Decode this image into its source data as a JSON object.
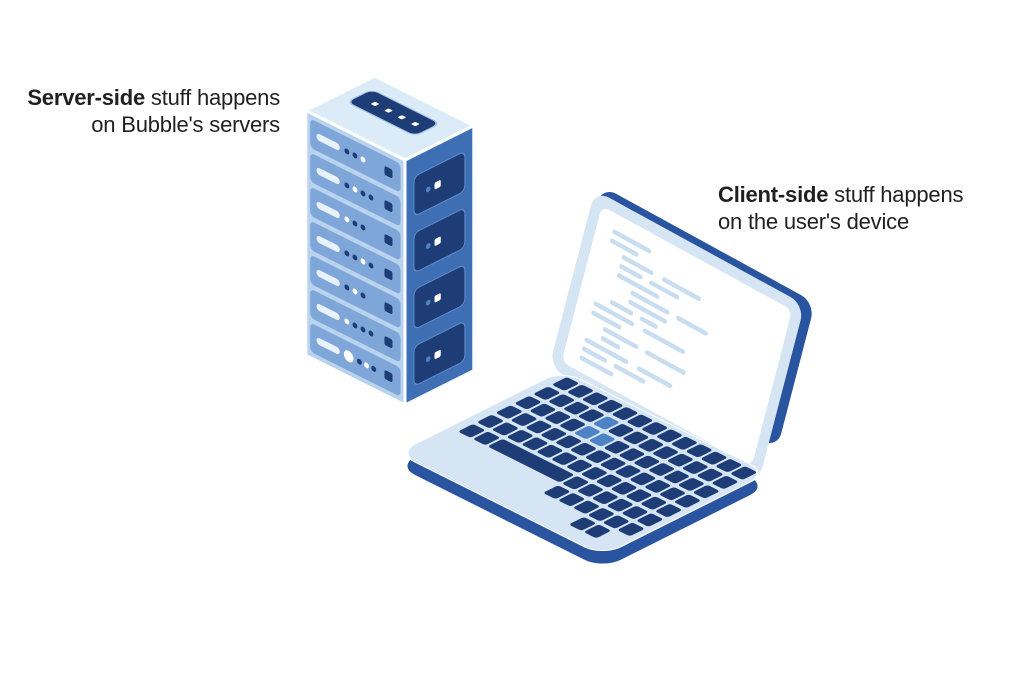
{
  "page": {
    "background": "#ffffff",
    "description": "Isometric illustration of a server rack and an open laptop showing code"
  },
  "labels": {
    "server_side": {
      "bold": "Server-side",
      "line1_rest": " stuff happens",
      "line2": "on Bubble's servers"
    },
    "client_side": {
      "bold": "Client-side",
      "line1_rest": " stuff happens",
      "line2": "on the user's device"
    }
  },
  "colors": {
    "text": "#221f20",
    "navy": "#1e3d76",
    "edge_blue": "#29549f",
    "mid_blue": "#3e6fb5",
    "slat_blue": "#7ea6d8",
    "frame_light": "#b9d3ee",
    "shell_light": "#d6e5f4",
    "top_light": "#dcebf8",
    "vent_light": "#e9f2fb",
    "screen_white": "#ffffff",
    "code_line": "#c8ddf0",
    "key_light": "#4d83c4",
    "panel_stroke": "#5d8ac8",
    "panel_bevel": "#9fc0e4",
    "bevel_white": "#ffffff"
  },
  "illustrations": {
    "server": {
      "name": "server-rack",
      "slats": 7,
      "side_panels": 4,
      "top_dots": 4
    },
    "laptop": {
      "name": "laptop-with-code-screen"
    }
  }
}
